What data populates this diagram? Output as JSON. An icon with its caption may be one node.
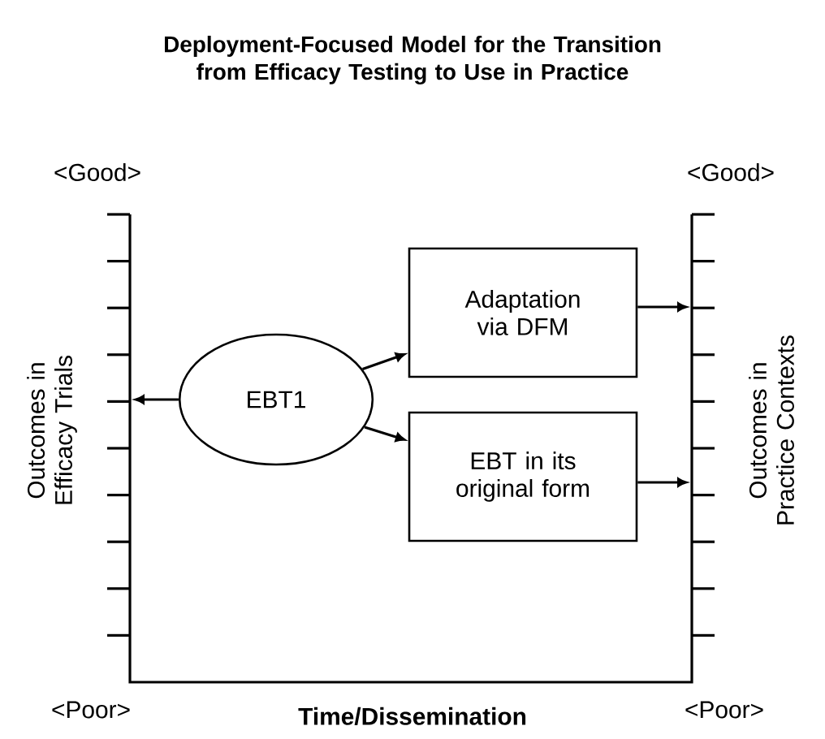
{
  "diagram": {
    "title": "Deployment-Focused Model for the Transition from Efficacy Testing to Use in Practice",
    "nodes": [
      {
        "text": [
          "EBT1"
        ]
      },
      {
        "text": [
          "Adaptation via DFM"
        ]
      },
      {
        "text": [
          "EBT in its original form"
        ]
      }
    ],
    "edges": [
      {
        "from": 0,
        "to": null,
        "arrow": "to"
      },
      {
        "from": 0,
        "to": 1,
        "arrow": "to"
      },
      {
        "from": 0,
        "to": 2,
        "arrow": "to"
      },
      {
        "from": 1,
        "to": null,
        "arrow": "to"
      },
      {
        "from": 2,
        "to": null,
        "arrow": "to"
      }
    ],
    "labels": [
      "<Good>",
      "<Good>",
      "Outcomes in Efficacy Trials",
      "Outcomes in Practice Contexts",
      "<Poor>",
      "Time/Dissemination",
      "<Poor>"
    ]
  }
}
